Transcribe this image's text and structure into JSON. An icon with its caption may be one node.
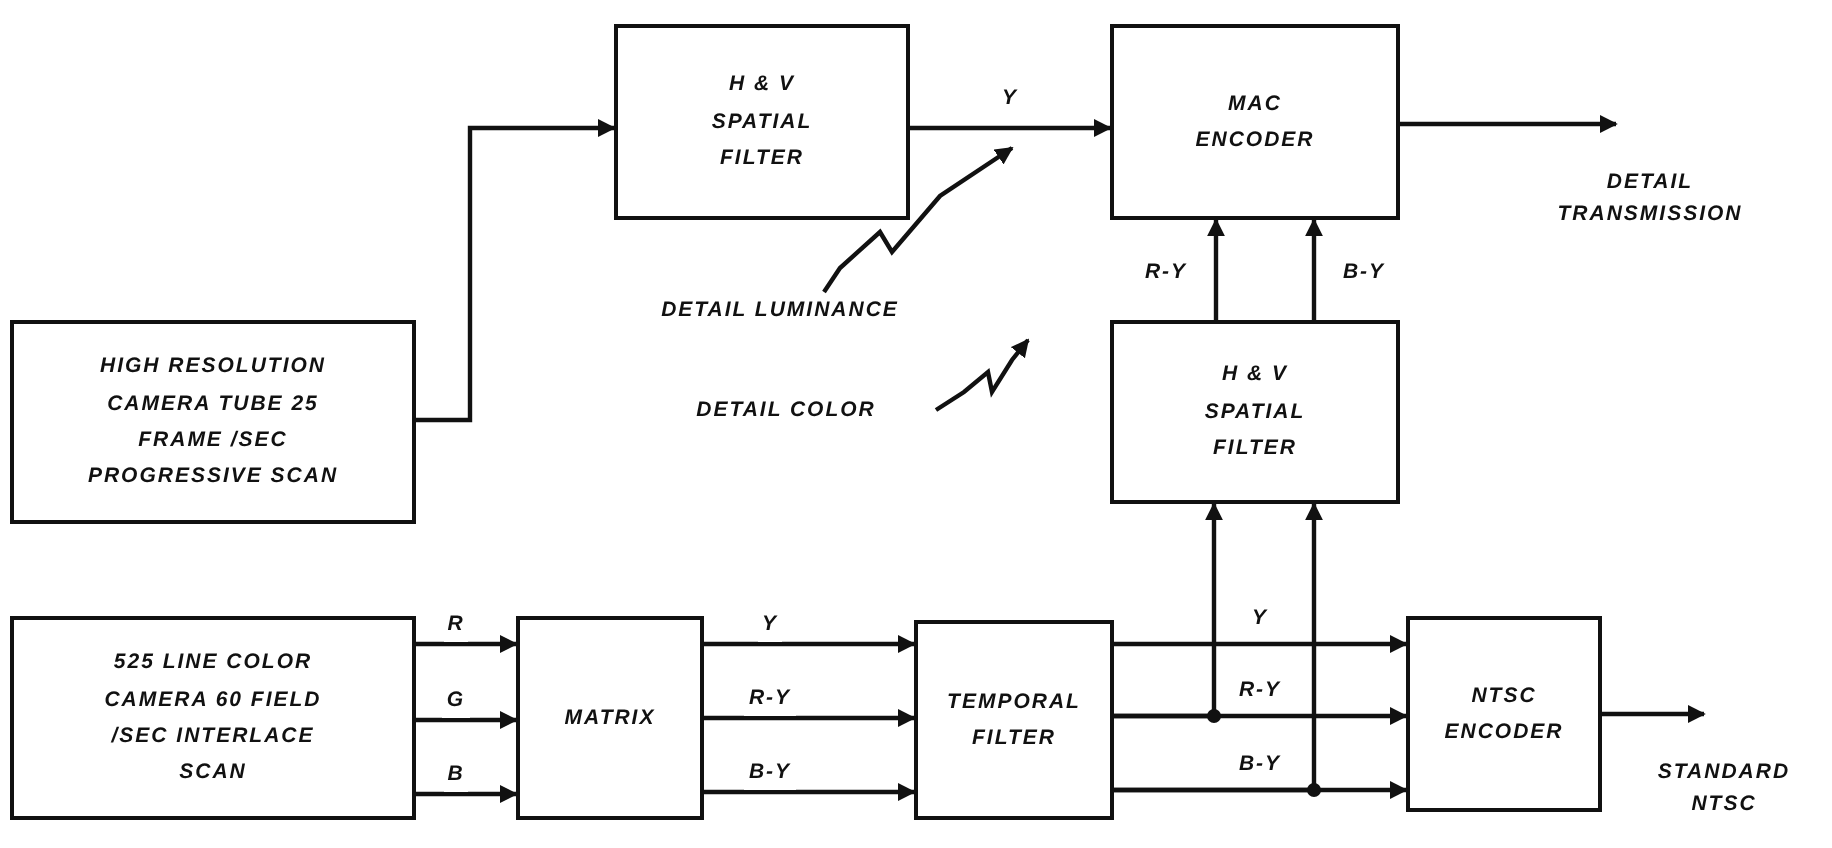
{
  "diagram": {
    "nodes": [
      {
        "text": [
          "H & V SPATIAL FILTER"
        ]
      },
      {
        "text": [
          "MAC ENCODER"
        ]
      },
      {
        "text": [
          "HIGH RESOLUTION CAMERA TUBE 25 FRAME /SEC PROGRESSIVE SCAN"
        ]
      },
      {
        "text": [
          "H & V SPATIAL FILTER"
        ]
      },
      {
        "text": [
          "525 LINE COLOR CAMERA 60 FIELD /SEC INTERLACE SCAN"
        ]
      },
      {
        "text": [
          "MATRIX"
        ]
      },
      {
        "text": [
          "TEMPORAL FILTER"
        ]
      },
      {
        "text": [
          "NTSC ENCODER"
        ]
      },
      {
        "text": [
          "DETAIL LUMINANCE"
        ]
      },
      {
        "text": [
          "DETAIL COLOR"
        ]
      }
    ],
    "edges": [
      {
        "from": 2,
        "to": 0,
        "arrow": "to"
      },
      {
        "from": 0,
        "to": 1,
        "arrow": "to",
        "label": "Y"
      },
      {
        "from": 1,
        "to": null,
        "arrow": "to",
        "label": "DETAIL TRANSMISSION"
      },
      {
        "from": 3,
        "to": 1,
        "arrow": "to",
        "label": "R-Y"
      },
      {
        "from": 3,
        "to": 1,
        "arrow": "to",
        "label": "B-Y"
      },
      {
        "from": 4,
        "to": 5,
        "arrow": "to",
        "label": "R"
      },
      {
        "from": 4,
        "to": 5,
        "arrow": "to",
        "label": "G"
      },
      {
        "from": 4,
        "to": 5,
        "arrow": "to",
        "label": "B"
      },
      {
        "from": 5,
        "to": 6,
        "arrow": "to",
        "label": "Y"
      },
      {
        "from": 5,
        "to": 6,
        "arrow": "to",
        "label": "R-Y"
      },
      {
        "from": 5,
        "to": 6,
        "arrow": "to",
        "label": "B-Y"
      },
      {
        "from": 6,
        "to": 7,
        "arrow": "to",
        "label": "Y"
      },
      {
        "from": 6,
        "to": 7,
        "arrow": "to",
        "label": "R-Y"
      },
      {
        "from": 6,
        "to": 7,
        "arrow": "to",
        "label": "B-Y"
      },
      {
        "from": 6,
        "to": 3,
        "arrow": "to"
      },
      {
        "from": 6,
        "to": 3,
        "arrow": "to"
      },
      {
        "from": 7,
        "to": null,
        "arrow": "to",
        "label": "STANDARD NTSC"
      },
      {
        "from": 8,
        "to": null,
        "arrow": "to"
      },
      {
        "from": 9,
        "to": null,
        "arrow": "to"
      }
    ]
  }
}
